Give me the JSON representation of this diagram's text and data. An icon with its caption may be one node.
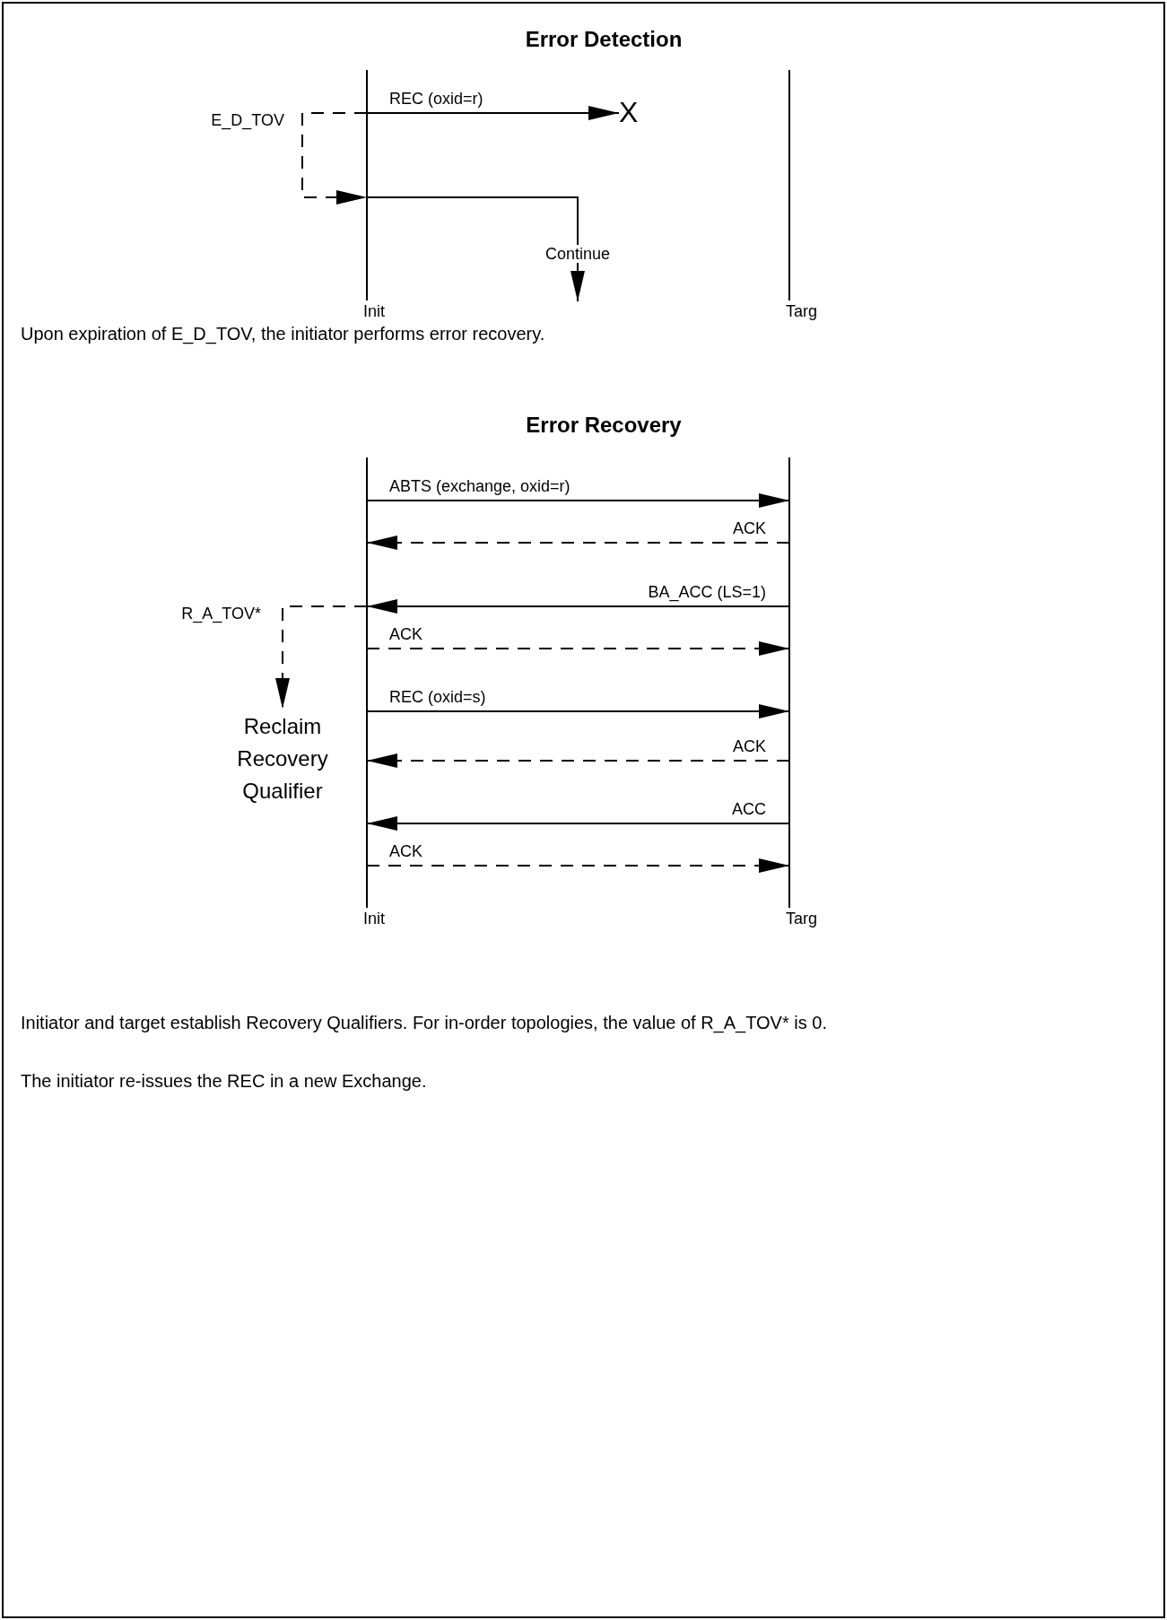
{
  "diagram": {
    "nodes": [
      {
        "text": [
          "Init"
        ]
      },
      {
        "text": [
          "Targ"
        ]
      },
      {
        "text": [
          "X"
        ]
      },
      {
        "text": [
          "Init"
        ]
      },
      {
        "text": [
          "Targ"
        ]
      },
      {
        "text": [
          "Reclaim Recovery Qualifier"
        ]
      }
    ],
    "edges": [
      {
        "from": 0,
        "to": 2,
        "arrow": "to",
        "label": "REC (oxid=r)"
      },
      {
        "from": 0,
        "to": 0,
        "arrow": "to",
        "label": "E_D_TOV",
        "style": "dashed"
      },
      {
        "from": 0,
        "to": null,
        "arrow": "to",
        "label": "Continue"
      },
      {
        "from": 3,
        "to": 4,
        "arrow": "to",
        "label": "ABTS (exchange, oxid=r)"
      },
      {
        "from": 4,
        "to": 3,
        "arrow": "to",
        "label": "ACK",
        "style": "dashed"
      },
      {
        "from": 4,
        "to": 3,
        "arrow": "to",
        "label": "BA_ACC (LS=1)"
      },
      {
        "from": 3,
        "to": 5,
        "arrow": "to",
        "label": "R_A_TOV*",
        "style": "dashed"
      },
      {
        "from": 3,
        "to": 4,
        "arrow": "to",
        "label": "ACK",
        "style": "dashed"
      },
      {
        "from": 3,
        "to": 4,
        "arrow": "to",
        "label": "REC (oxid=s)"
      },
      {
        "from": 4,
        "to": 3,
        "arrow": "to",
        "label": "ACK",
        "style": "dashed"
      },
      {
        "from": 4,
        "to": 3,
        "arrow": "to",
        "label": "ACC"
      },
      {
        "from": 3,
        "to": 4,
        "arrow": "to",
        "label": "ACK",
        "style": "dashed"
      }
    ],
    "labels": [
      "Error Detection",
      "Upon expiration of E_D_TOV, the initiator performs error recovery.",
      "Error Recovery",
      "Initiator and target establish Recovery Qualifiers. For in-order topologies, the value of R_A_TOV* is 0.",
      "The initiator re-issues the REC in a new Exchange."
    ]
  }
}
